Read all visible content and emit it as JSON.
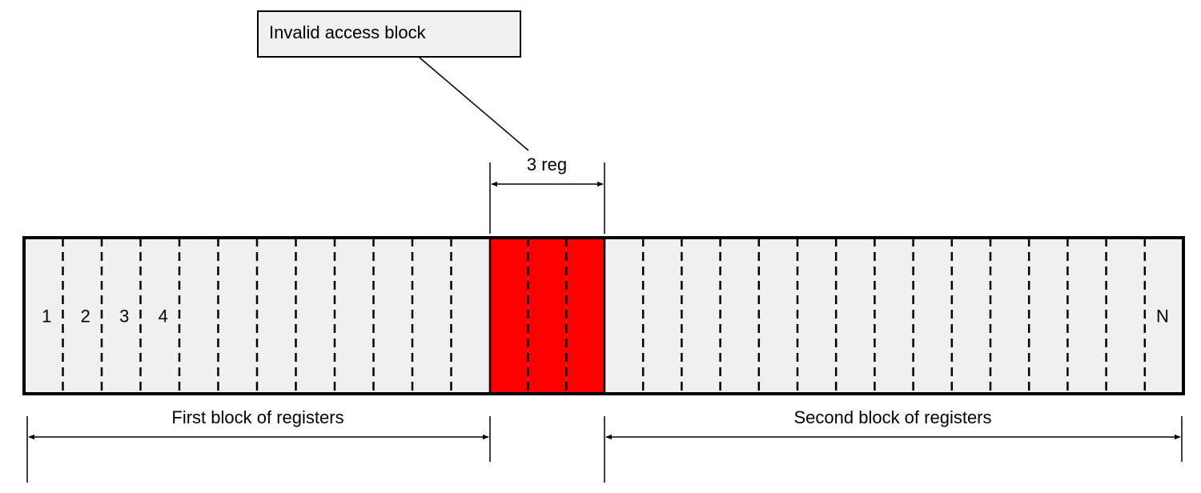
{
  "callout": {
    "label": "Invalid access block"
  },
  "invalid_span": {
    "label": "3 reg",
    "count": 3
  },
  "registers": {
    "total_cells": 30,
    "first_block_cells": 12,
    "cell_labels": [
      "1",
      "2",
      "3",
      "4"
    ],
    "last_cell_label": "N"
  },
  "blocks": {
    "first_label": "First block of registers",
    "second_label": "Second block of registers"
  },
  "colors": {
    "cell_fill": "#f0f0f0",
    "invalid_fill": "#ff0000",
    "callout_fill": "#f0f0f0",
    "line": "#000000"
  }
}
